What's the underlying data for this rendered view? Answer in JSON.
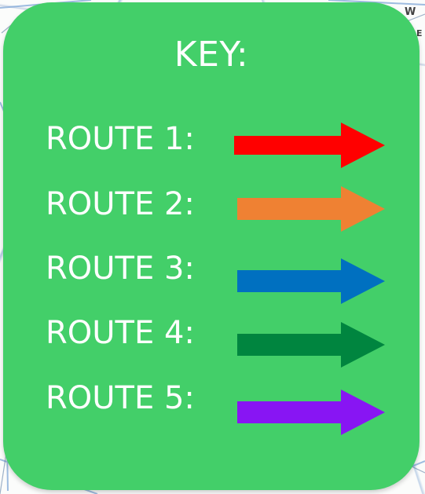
{
  "map": {
    "corner_text_top_right": "W",
    "corner_text_side_right": "E"
  },
  "key": {
    "title": "KEY:",
    "routes": [
      {
        "label": "ROUTE 1:",
        "color": "#ff0000"
      },
      {
        "label": "ROUTE 2:",
        "color": "#ef8133"
      },
      {
        "label": "ROUTE 3:",
        "color": "#0070c0"
      },
      {
        "label": "ROUTE 4:",
        "color": "#00853f"
      },
      {
        "label": "ROUTE 5:",
        "color": "#8815f3"
      }
    ]
  },
  "colors": {
    "key_background": "#43cf69",
    "text": "#ffffff"
  }
}
